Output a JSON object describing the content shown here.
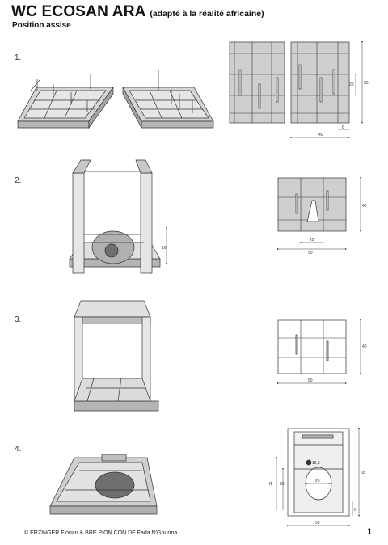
{
  "header": {
    "title": "WC ECOSAN ARA",
    "title_suffix": "(adapté à la réalité africaine)",
    "subtitle": "Position assise"
  },
  "steps": [
    {
      "label": "1.",
      "dims": {
        "width": "40",
        "height_total": "65",
        "height_inner": "20",
        "slat": "6"
      }
    },
    {
      "label": "2.",
      "dims": {
        "seat_height": "16",
        "width_total": "50",
        "height": "40",
        "funnel": "22"
      }
    },
    {
      "label": "3.",
      "dims": {
        "width": "50",
        "height": "40"
      }
    },
    {
      "label": "4.",
      "dims": {
        "hole_small": "15,5",
        "hole_large": "25",
        "height_left_outer": "45",
        "height_left_inner": "32",
        "height_right": "65",
        "height_right_small": "8",
        "width": "50"
      }
    }
  ],
  "footer": {
    "credit": "© ERZINGER Florian & BRE PION CON DE Fada N'Gourma",
    "page": "1"
  },
  "colors": {
    "panel_fill": "#c8c8c8",
    "frame_fill": "#b0b0b0",
    "line": "#333333",
    "hole": "#7a7a7a"
  }
}
